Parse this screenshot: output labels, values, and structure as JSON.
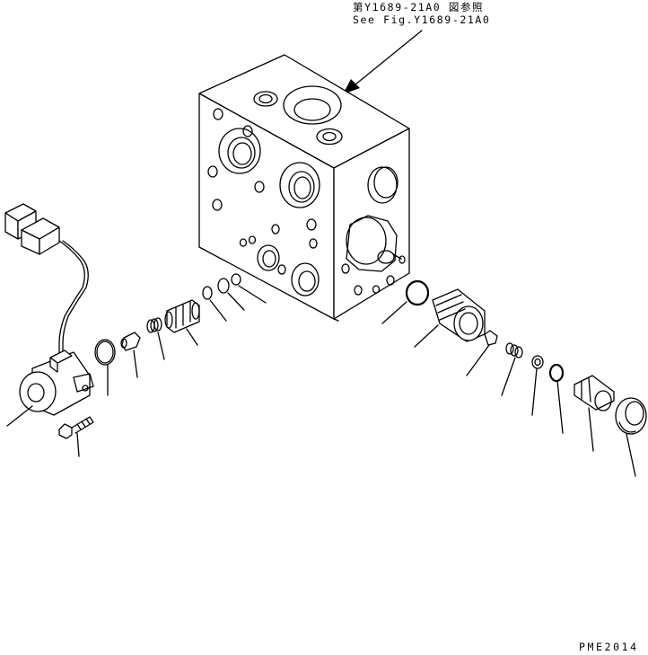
{
  "reference": {
    "japanese": "第Y1689-21A0 図参照",
    "english": "See Fig.Y1689-21A0"
  },
  "drawing_code": "PME2014"
}
